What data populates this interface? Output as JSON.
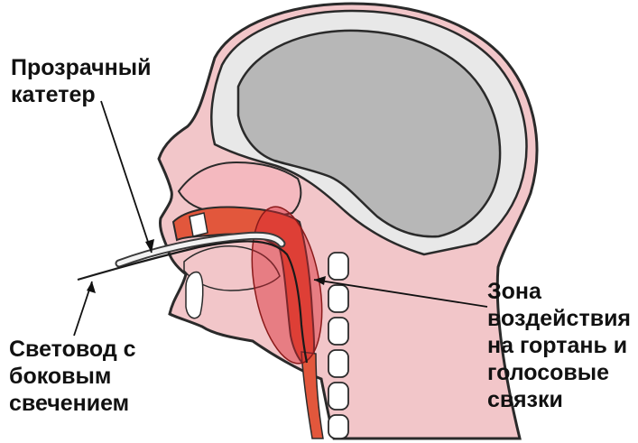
{
  "labels": {
    "catheter": [
      "Прозрачный",
      "катетер"
    ],
    "fiber": [
      "Световод с",
      "боковым",
      "свечением"
    ],
    "zone": [
      "Зона",
      "воздействия",
      "на гортань и",
      "голосовые",
      "связки"
    ]
  },
  "colors": {
    "skin": "#f2c6c9",
    "skull": "#e8e8e8",
    "brain": "#b7b7b7",
    "outline": "#2a2a2a",
    "tissue_red": "#e2573c",
    "zone_overlay": "#d9232e",
    "bone": "#ffffff"
  }
}
